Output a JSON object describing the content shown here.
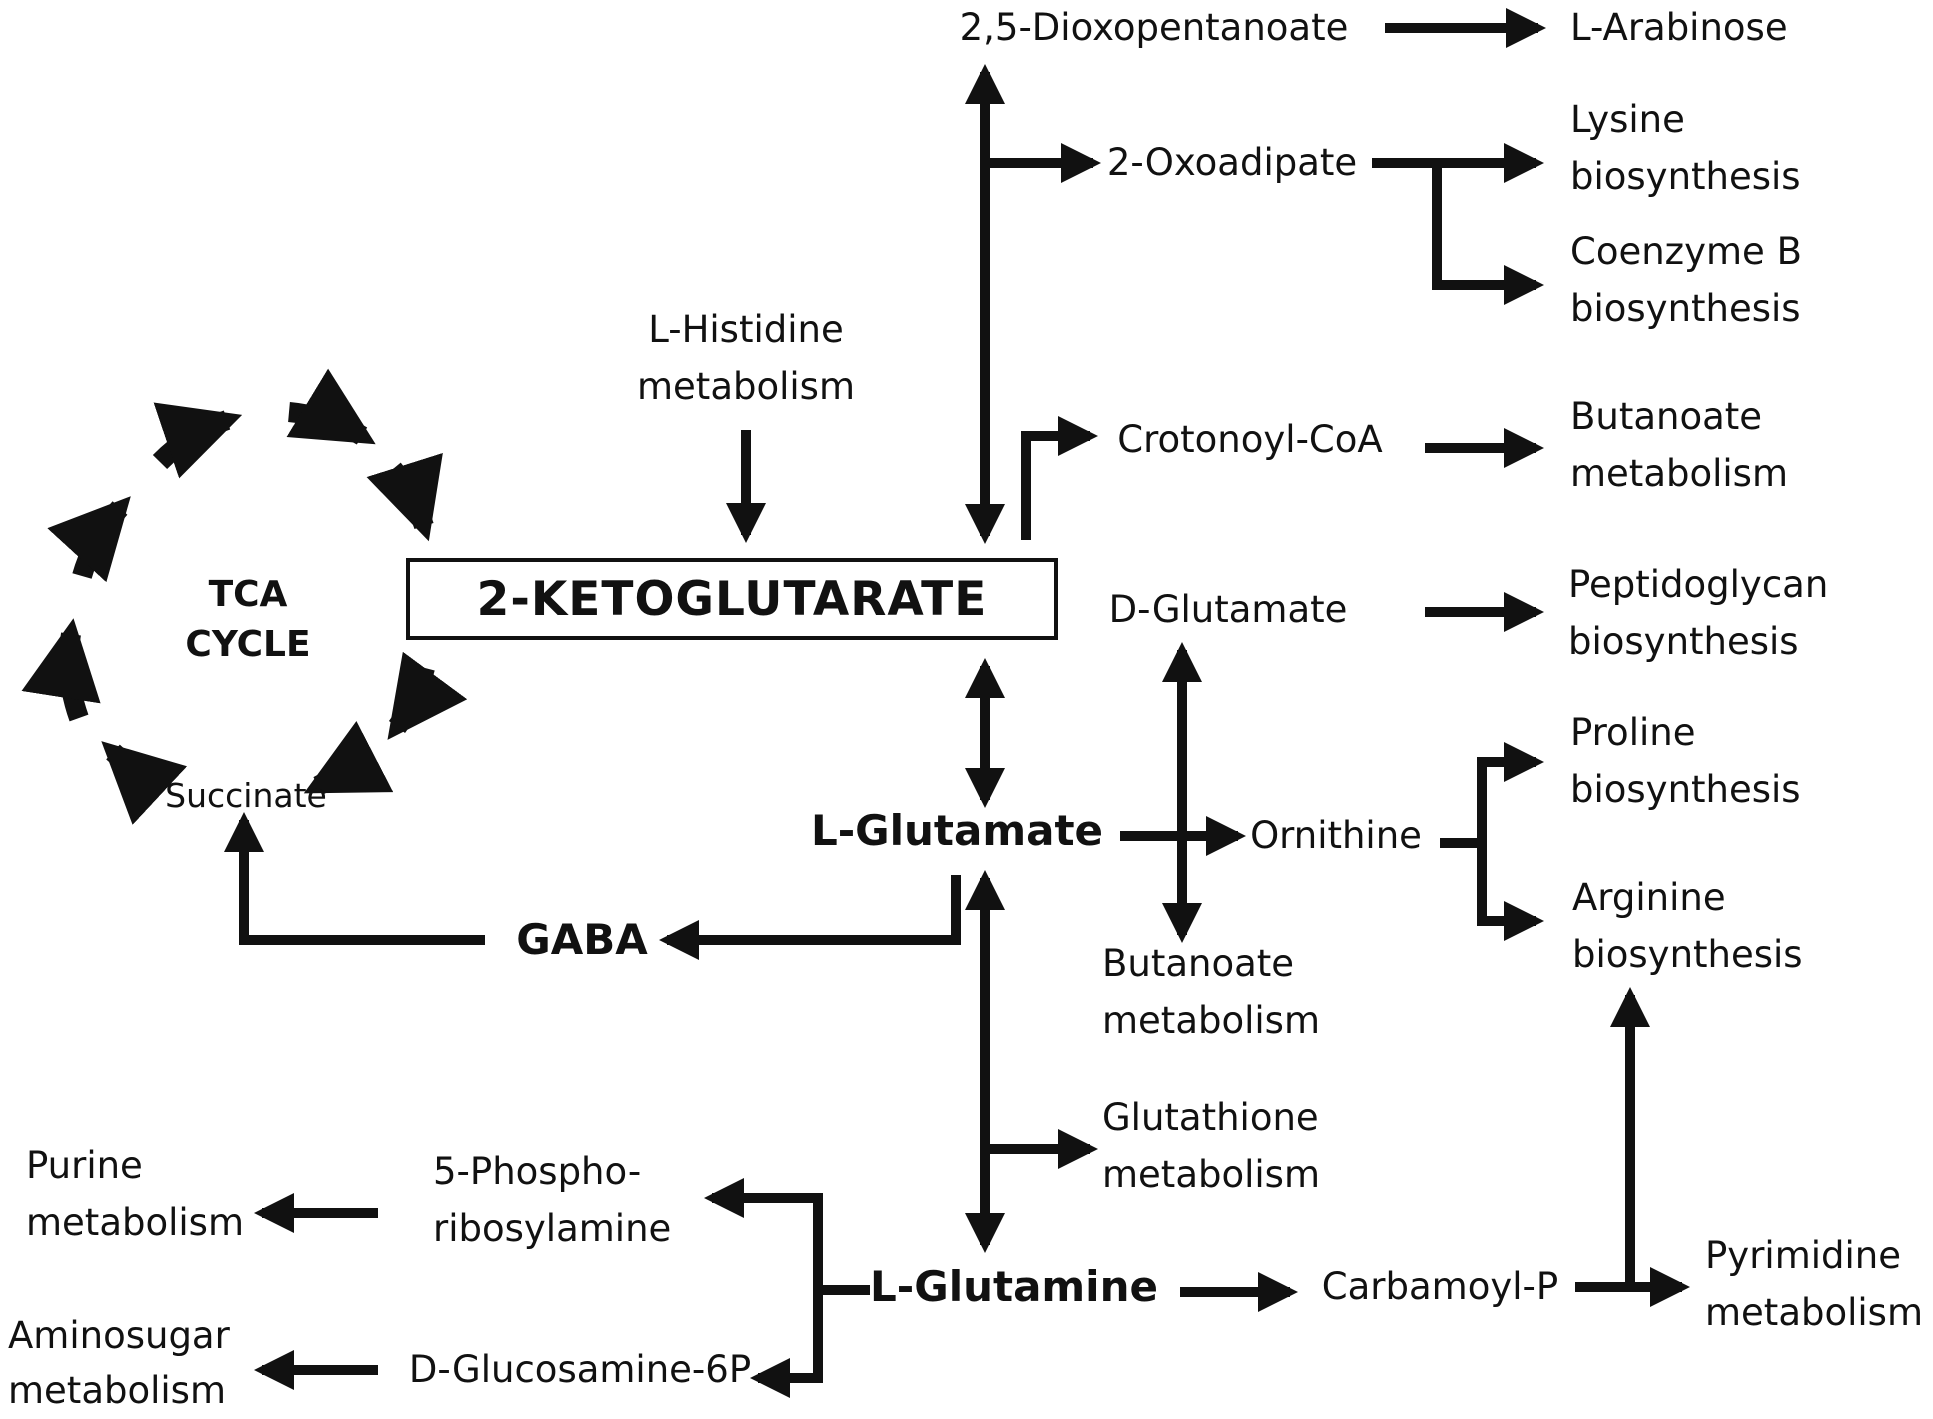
{
  "central": "2-KETOGLUTARATE",
  "tca": {
    "line1": "TCA",
    "line2": "CYCLE"
  },
  "nodes": {
    "dioxopentanoate": "2,5-Dioxopentanoate",
    "arabinose": "L-Arabinose",
    "oxoadipate": "2-Oxoadipate",
    "lysine_1": "Lysine",
    "lysine_2": "biosynthesis",
    "coenzyme_1": "Coenzyme B",
    "coenzyme_2": "biosynthesis",
    "histidine_1": "L-Histidine",
    "histidine_2": "metabolism",
    "crotonoyl": "Crotonoyl-CoA",
    "butanoate_top_1": "Butanoate",
    "butanoate_top_2": "metabolism",
    "dglutamate": "D-Glutamate",
    "peptidoglycan_1": "Peptidoglycan",
    "peptidoglycan_2": "biosynthesis",
    "proline_1": "Proline",
    "proline_2": "biosynthesis",
    "succinate": "Succinate",
    "lglutamate": "L-Glutamate",
    "ornithine": "Ornithine",
    "arginine_1": "Arginine",
    "arginine_2": "biosynthesis",
    "gaba": "GABA",
    "butanoate_mid_1": "Butanoate",
    "butanoate_mid_2": "metabolism",
    "glutathione_1": "Glutathione",
    "glutathione_2": "metabolism",
    "purine_1": "Purine",
    "purine_2": "metabolism",
    "phospho_1": "5-Phospho-",
    "phospho_2": "ribosylamine",
    "lglutamine": "L-Glutamine",
    "carbamoyl": "Carbamoyl-P",
    "pyrimidine_1": "Pyrimidine",
    "pyrimidine_2": "metabolism",
    "aminosugar_1": "Aminosugar",
    "aminosugar_2": "metabolism",
    "glucosamine": "D-Glucosamine-6P"
  },
  "colors": {
    "ink": "#111111",
    "background": "#ffffff"
  }
}
